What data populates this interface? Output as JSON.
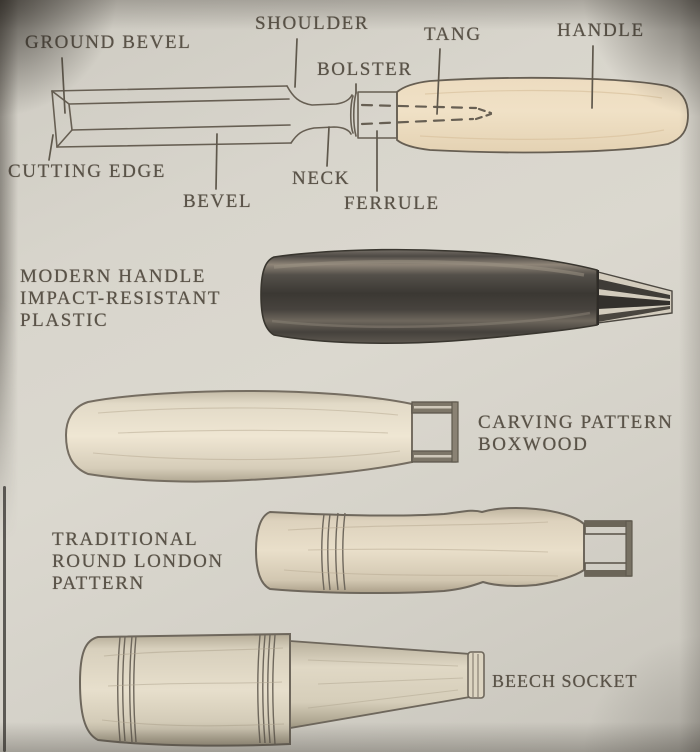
{
  "anatomy_labels": {
    "ground_bevel": "GROUND BEVEL",
    "shoulder": "SHOULDER",
    "bolster": "BOLSTER",
    "tang": "TANG",
    "handle": "HANDLE",
    "cutting_edge": "CUTTING EDGE",
    "bevel": "BEVEL",
    "neck": "NECK",
    "ferrule": "FERRULE"
  },
  "handle_types": [
    {
      "lines": [
        "MODERN HANDLE",
        "IMPACT-RESISTANT",
        "PLASTIC"
      ]
    },
    {
      "lines": [
        "CARVING PATTERN",
        "BOXWOOD"
      ]
    },
    {
      "lines": [
        "TRADITIONAL",
        "ROUND LONDON",
        "PATTERN"
      ]
    },
    {
      "lines": [
        "BEECH SOCKET"
      ]
    }
  ],
  "colors": {
    "paper": "#d6d3ca",
    "ink": "#5a5348",
    "line_art": "#675f53",
    "wood_cream": "#ead9bd",
    "plastic_dark": "#3b3833"
  }
}
